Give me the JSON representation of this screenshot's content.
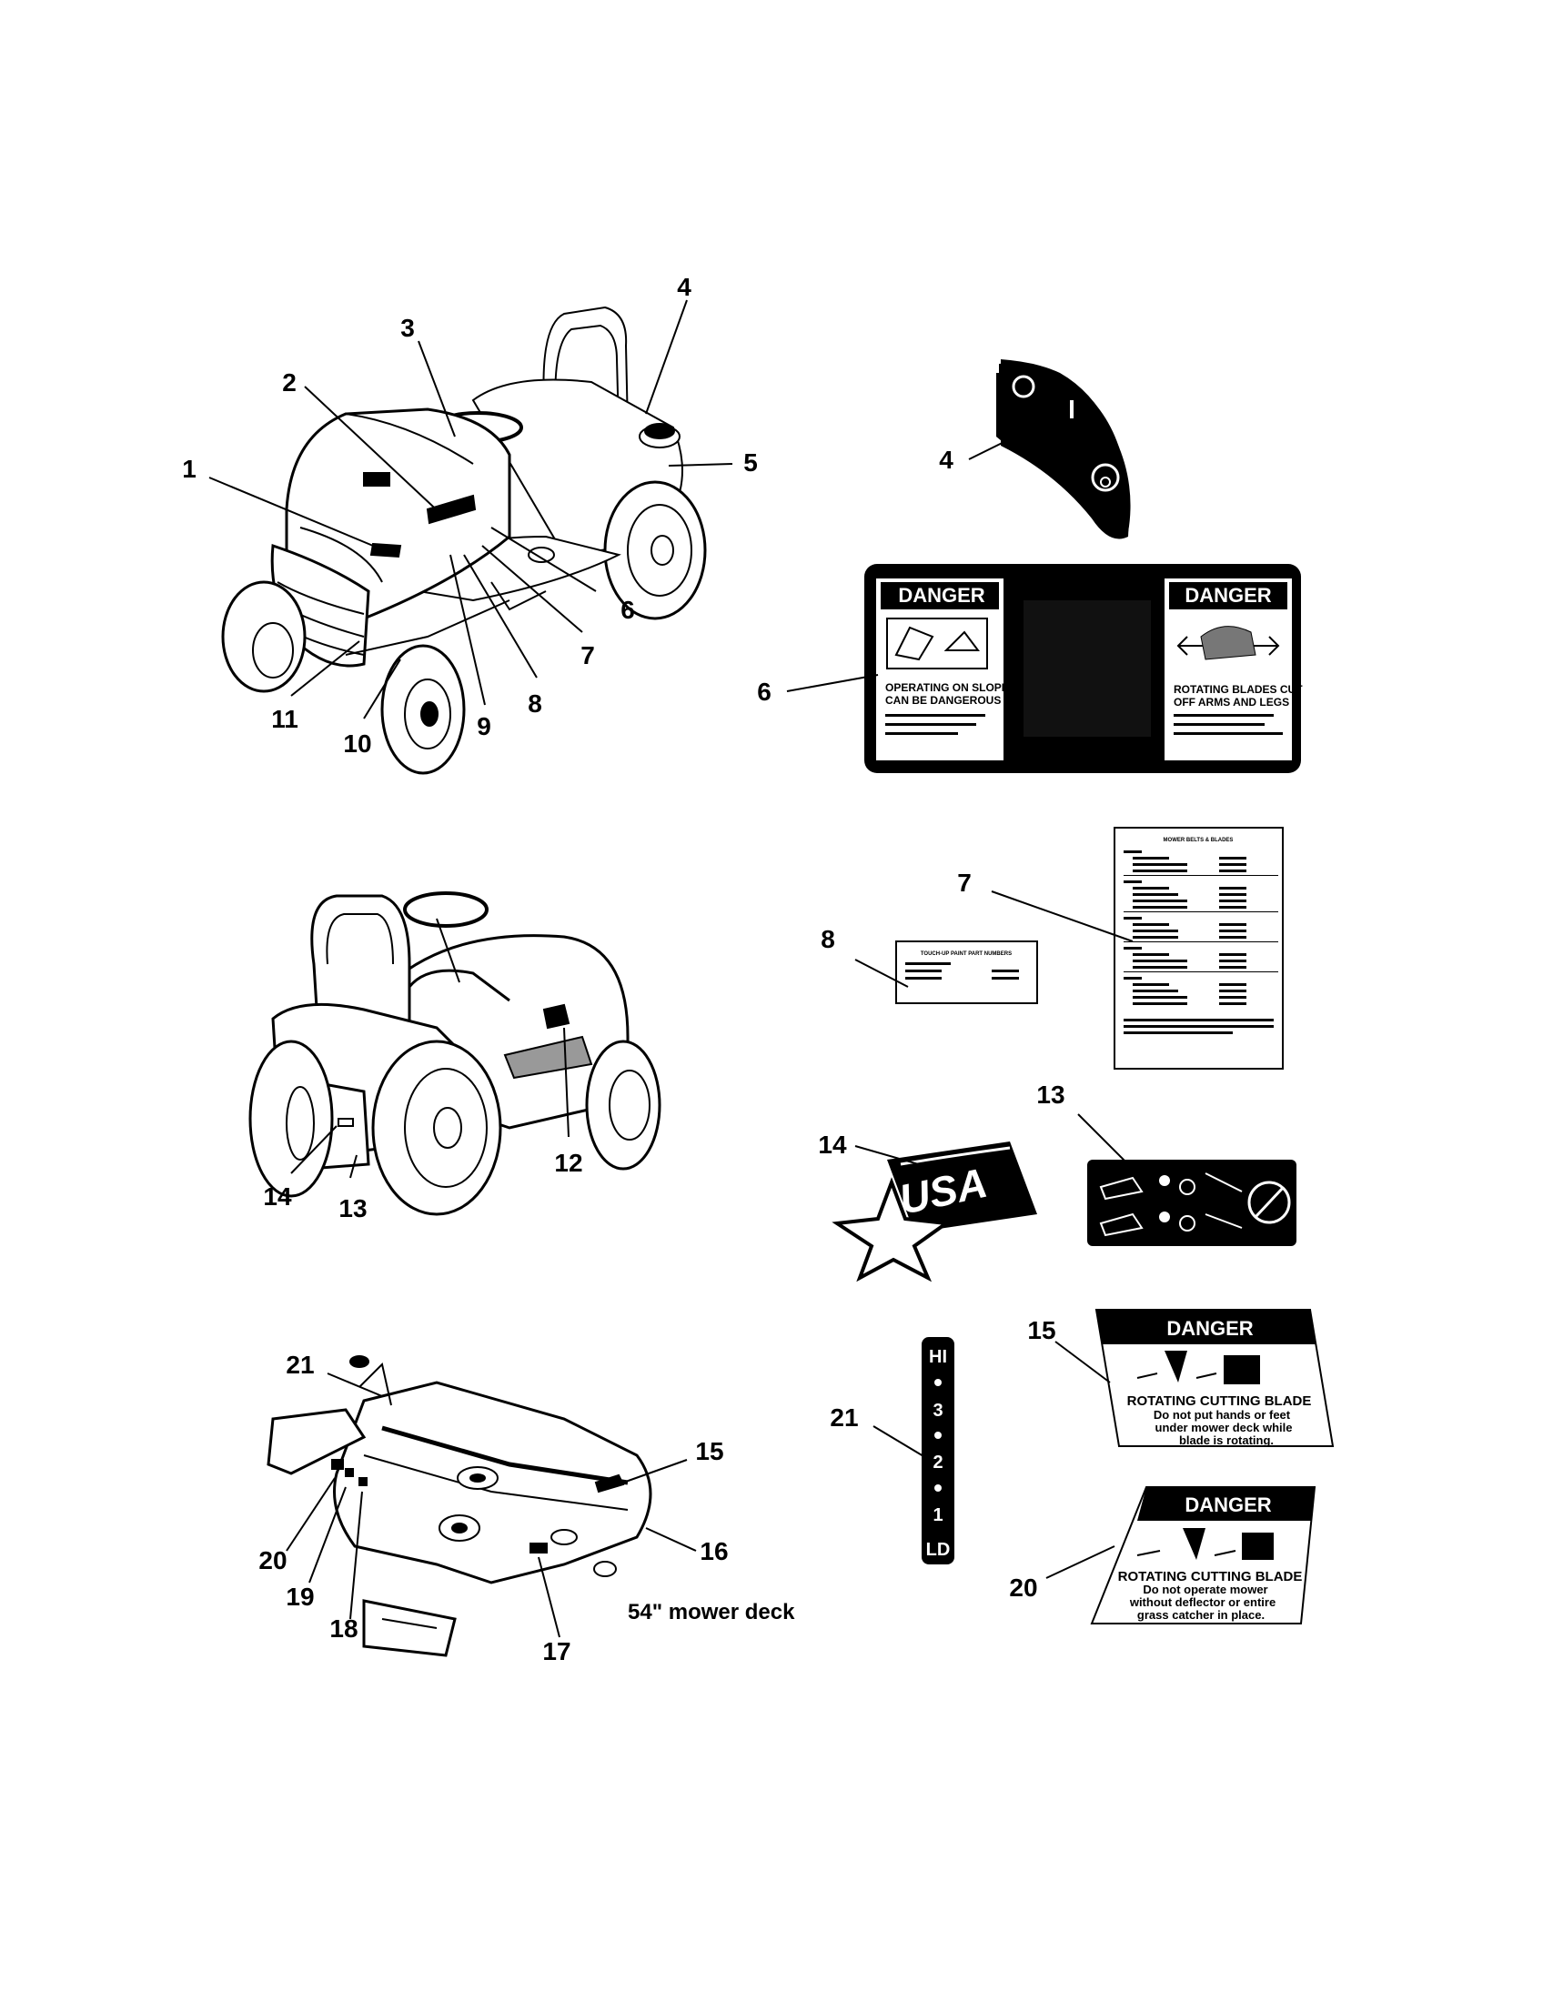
{
  "callouts": {
    "c1": "1",
    "c2": "2",
    "c3": "3",
    "c4": "4",
    "c5": "5",
    "c6": "6",
    "c7": "7",
    "c8": "8",
    "c9": "9",
    "c10": "10",
    "c11": "11",
    "c14": "14",
    "c13": "13",
    "c12": "12",
    "c21": "21",
    "c15": "15",
    "c16": "16",
    "c20": "20",
    "c19": "19",
    "c18": "18",
    "c17": "17",
    "r4": "4",
    "r6": "6",
    "r7": "7",
    "r8": "8",
    "r13": "13",
    "r14": "14",
    "r15": "15",
    "r21": "21",
    "r20": "20"
  },
  "deck_caption": "54\" mower deck",
  "ignition": {
    "off": "O",
    "on": "I"
  },
  "decal6": {
    "left_title": "DANGER",
    "left_line1": "OPERATING ON SLOPES",
    "left_line2": "CAN BE DANGEROUS",
    "right_title": "DANGER",
    "right_line1": "ROTATING BLADES CUT",
    "right_line2": "OFF ARMS AND LEGS"
  },
  "decal7": {
    "title": "MOWER BELTS & BLADES"
  },
  "decal8": {
    "title": "TOUCH-UP PAINT PART NUMBERS"
  },
  "decal14": {
    "text": "USA"
  },
  "decal15": {
    "title": "DANGER",
    "line1": "ROTATING CUTTING BLADE",
    "line2": "Do not put hands or feet",
    "line3": "under mower deck while",
    "line4": "blade is rotating."
  },
  "decal20": {
    "title": "DANGER",
    "line1": "ROTATING CUTTING BLADE",
    "line2": "Do not operate mower",
    "line3": "without deflector or entire",
    "line4": "grass catcher in place."
  },
  "decal21": {
    "hi": "HI",
    "s3": "3",
    "s2": "2",
    "s1": "1",
    "ld": "LD"
  }
}
